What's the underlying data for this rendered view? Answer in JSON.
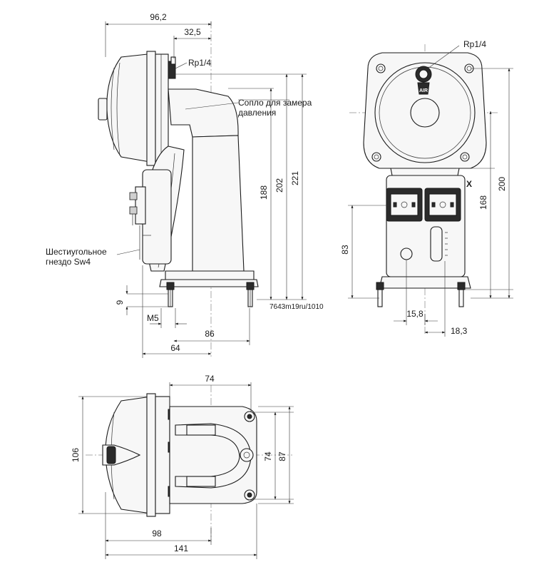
{
  "side_view": {
    "dims": {
      "overall_width": "96,2",
      "body_offset": "32,5",
      "height_188": "188",
      "height_202": "202",
      "height_221": "221",
      "base_height": "9",
      "thread": "M5",
      "width_86": "86",
      "width_64": "64"
    },
    "labels": {
      "port_thread": "Rp1/4",
      "nozzle_line1": "Сопло для замера",
      "nozzle_line2": "давления",
      "socket_line1": "Шестиугольное",
      "socket_line2": "гнездо Sw4",
      "drawing_number": "7643m19ru/1010"
    }
  },
  "front_view": {
    "dims": {
      "height_200": "200",
      "height_168": "168",
      "height_83": "83",
      "offset_158": "15,8",
      "offset_183": "18,3"
    },
    "labels": {
      "port_thread": "Rp1/4",
      "view_marker": "X",
      "air_marking": "AIR"
    }
  },
  "top_view": {
    "dims": {
      "width_74": "74",
      "height_106": "106",
      "height_74": "74",
      "height_87": "87",
      "width_98": "98",
      "width_141": "141"
    }
  }
}
